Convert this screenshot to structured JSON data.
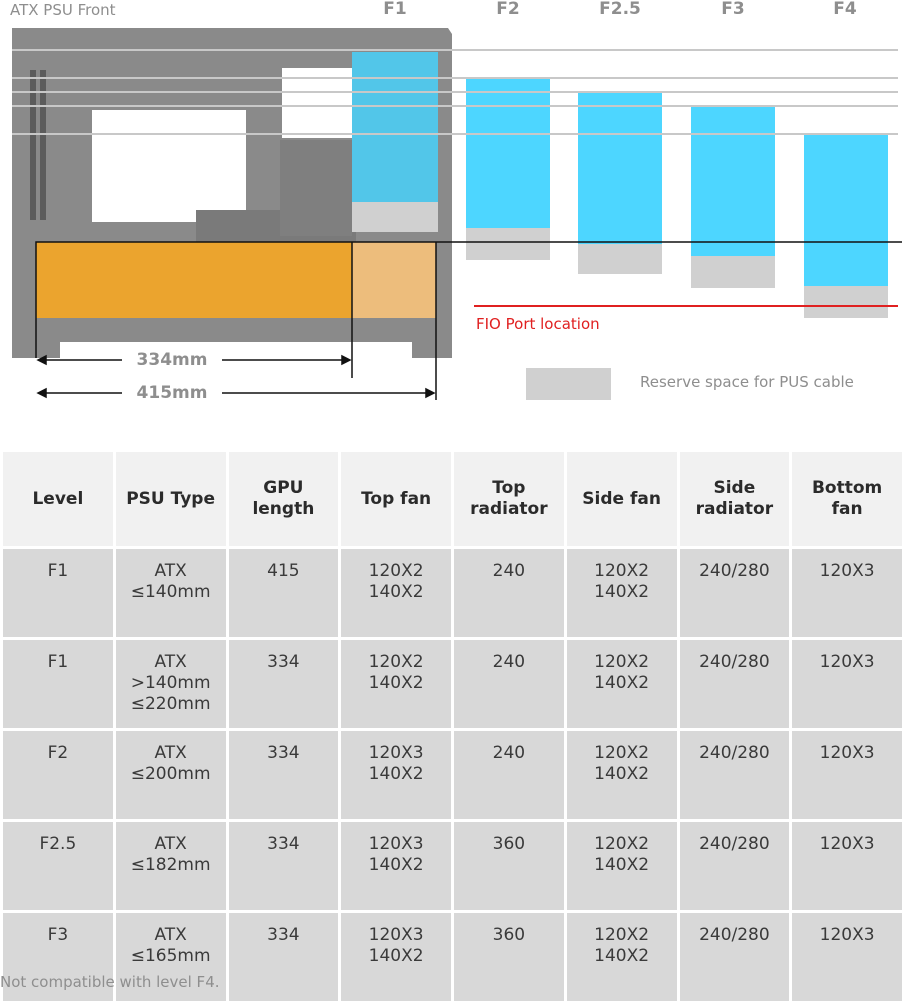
{
  "diagram": {
    "title": "ATX PSU Front",
    "levels": [
      "F1",
      "F2",
      "F2.5",
      "F3",
      "F4"
    ],
    "dimensions": [
      "334mm",
      "415mm"
    ],
    "fio_label": "FIO Port location",
    "reserve_label": "Reserve space for PUS cable",
    "colors": {
      "case": "#8a8a8a",
      "psu": "#f5a623",
      "radiator": "#4dd6ff",
      "reserve": "#d0d0d0",
      "fio": "#e02020",
      "guide": "#c8c8c8"
    }
  },
  "table": {
    "headers": [
      "Level",
      "PSU Type",
      "GPU length",
      "Top fan",
      "Top radiator",
      "Side fan",
      "Side radiator",
      "Bottom fan"
    ],
    "rows": [
      [
        "F1",
        "ATX\n≤140mm",
        "415",
        "120X2\n140X2",
        "240",
        "120X2\n140X2",
        "240/280",
        "120X3"
      ],
      [
        "F1",
        "ATX\n>140mm\n≤220mm",
        "334",
        "120X2\n140X2",
        "240",
        "120X2\n140X2",
        "240/280",
        "120X3"
      ],
      [
        "F2",
        "ATX\n≤200mm",
        "334",
        "120X3\n140X2",
        "240",
        "120X2\n140X2",
        "240/280",
        "120X3"
      ],
      [
        "F2.5",
        "ATX\n≤182mm",
        "334",
        "120X3\n140X2",
        "360",
        "120X2\n140X2",
        "240/280",
        "120X3"
      ],
      [
        "F3",
        "ATX\n≤165mm",
        "334",
        "120X3\n140X2",
        "360",
        "120X2\n140X2",
        "240/280",
        "120X3"
      ]
    ]
  },
  "footnote": "Not compatible with level F4."
}
